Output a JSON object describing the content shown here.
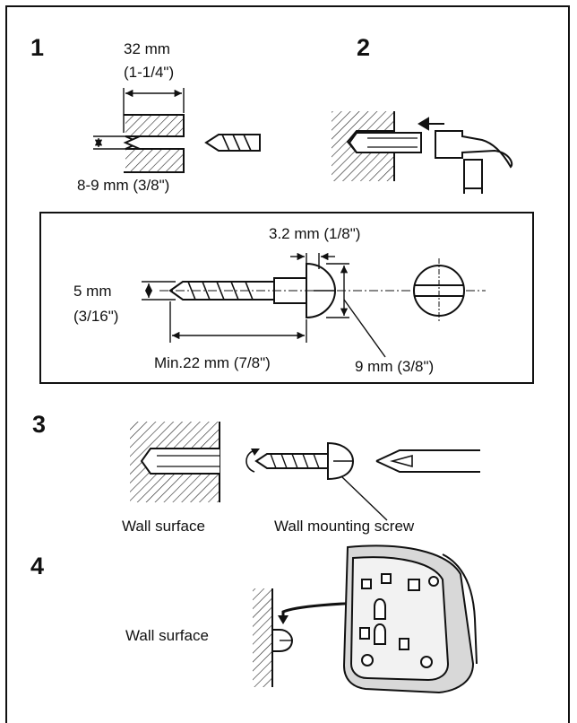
{
  "steps": {
    "s1": "1",
    "s2": "2",
    "s3": "3",
    "s4": "4"
  },
  "step1": {
    "depth": "32 mm",
    "depth_inch": "(1-1/4\")",
    "diameter": "8-9 mm (3/8\")"
  },
  "screw_spec": {
    "head_thickness": "3.2 mm (1/8\")",
    "shank_diameter": "5 mm",
    "shank_diameter_inch": "(3/16\")",
    "min_length": "Min.22 mm (7/8\")",
    "head_diameter": "9 mm (3/8\")"
  },
  "step3": {
    "wall_label": "Wall surface",
    "screw_label": "Wall mounting screw"
  },
  "step4": {
    "wall_label": "Wall surface"
  }
}
